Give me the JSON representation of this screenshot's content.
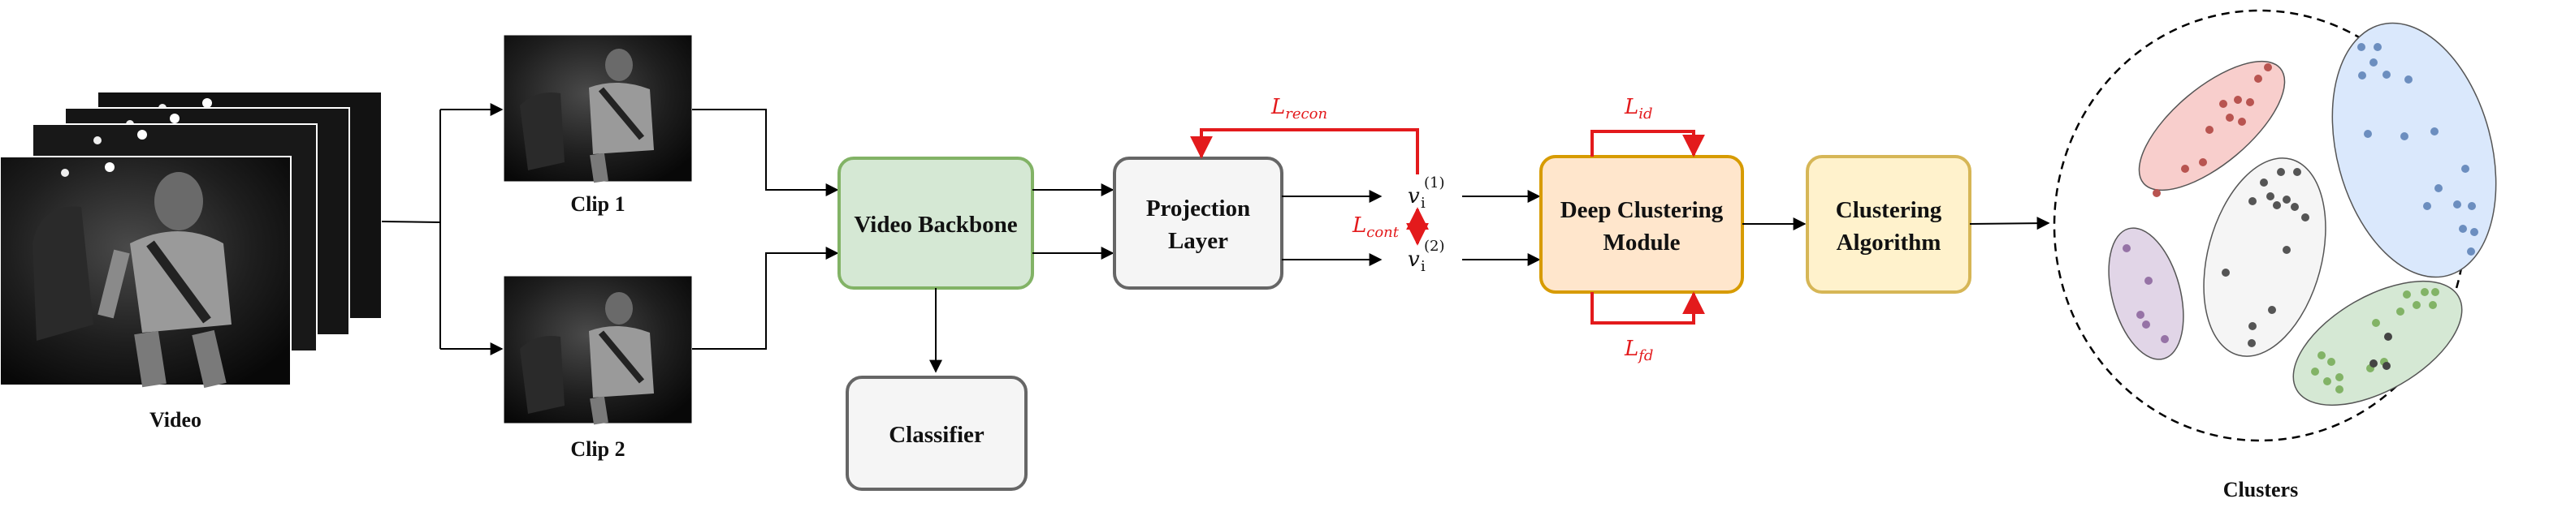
{
  "video_label": "Video",
  "clips": [
    {
      "label": "Clip 1"
    },
    {
      "label": "Clip 2"
    }
  ],
  "boxes": {
    "backbone": {
      "line1": "Video Backbone",
      "color": "#d5e8d4",
      "stroke": "#82b366"
    },
    "projection": {
      "line1": "Projection",
      "line2": "Layer",
      "color": "#f5f5f5",
      "stroke": "#666666"
    },
    "classifier": {
      "line1": "Classifier",
      "color": "#f5f5f5",
      "stroke": "#666666"
    },
    "deep_clustering": {
      "line1": "Deep Clustering",
      "line2": "Module",
      "color": "#ffe6cc",
      "stroke": "#d79b00"
    },
    "clustering_algorithm": {
      "line1": "Clustering",
      "line2": "Algorithm",
      "color": "#fff2cc",
      "stroke": "#d6b656"
    }
  },
  "losses": {
    "recon": {
      "main": "L",
      "sub": "recon"
    },
    "cont": {
      "main": "L",
      "sub": "cont"
    },
    "id": {
      "main": "L",
      "sub": "id"
    },
    "fd": {
      "main": "L",
      "sub": "fd"
    }
  },
  "vectors": {
    "v1": {
      "main": "v",
      "sub": "i",
      "sup": "(1)"
    },
    "v2": {
      "main": "v",
      "sub": "i",
      "sup": "(2)"
    }
  },
  "clusters_label": "Clusters",
  "colors": {
    "loss": "#e31a1c",
    "cluster_red": "#f8cecc",
    "cluster_blue": "#dae8fc",
    "cluster_gray": "#f5f5f5",
    "cluster_purple": "#e1d5e7",
    "cluster_green": "#d5e8d4"
  }
}
